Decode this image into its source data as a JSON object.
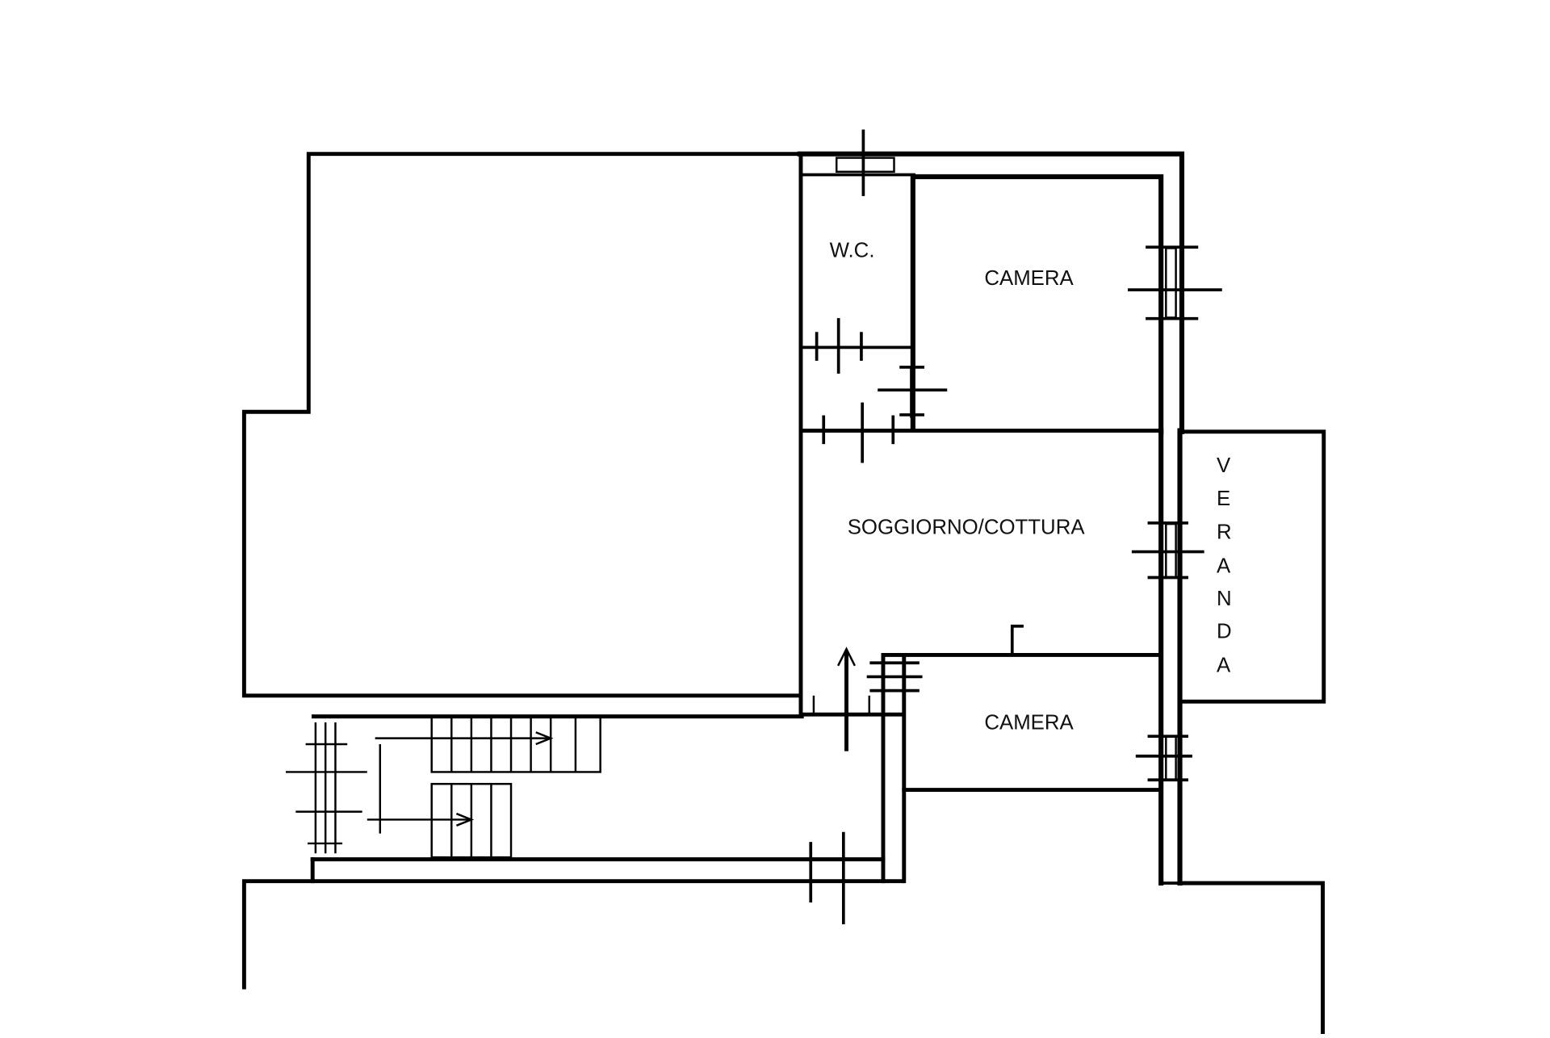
{
  "rooms": {
    "wc": "W.C.",
    "camera_top": "CAMERA",
    "soggiorno": "SOGGIORNO/COTTURA",
    "camera_bottom": "CAMERA",
    "veranda": [
      "V",
      "E",
      "R",
      "A",
      "N",
      "D",
      "A"
    ]
  },
  "colors": {
    "line": "#000000",
    "background": "#ffffff"
  }
}
